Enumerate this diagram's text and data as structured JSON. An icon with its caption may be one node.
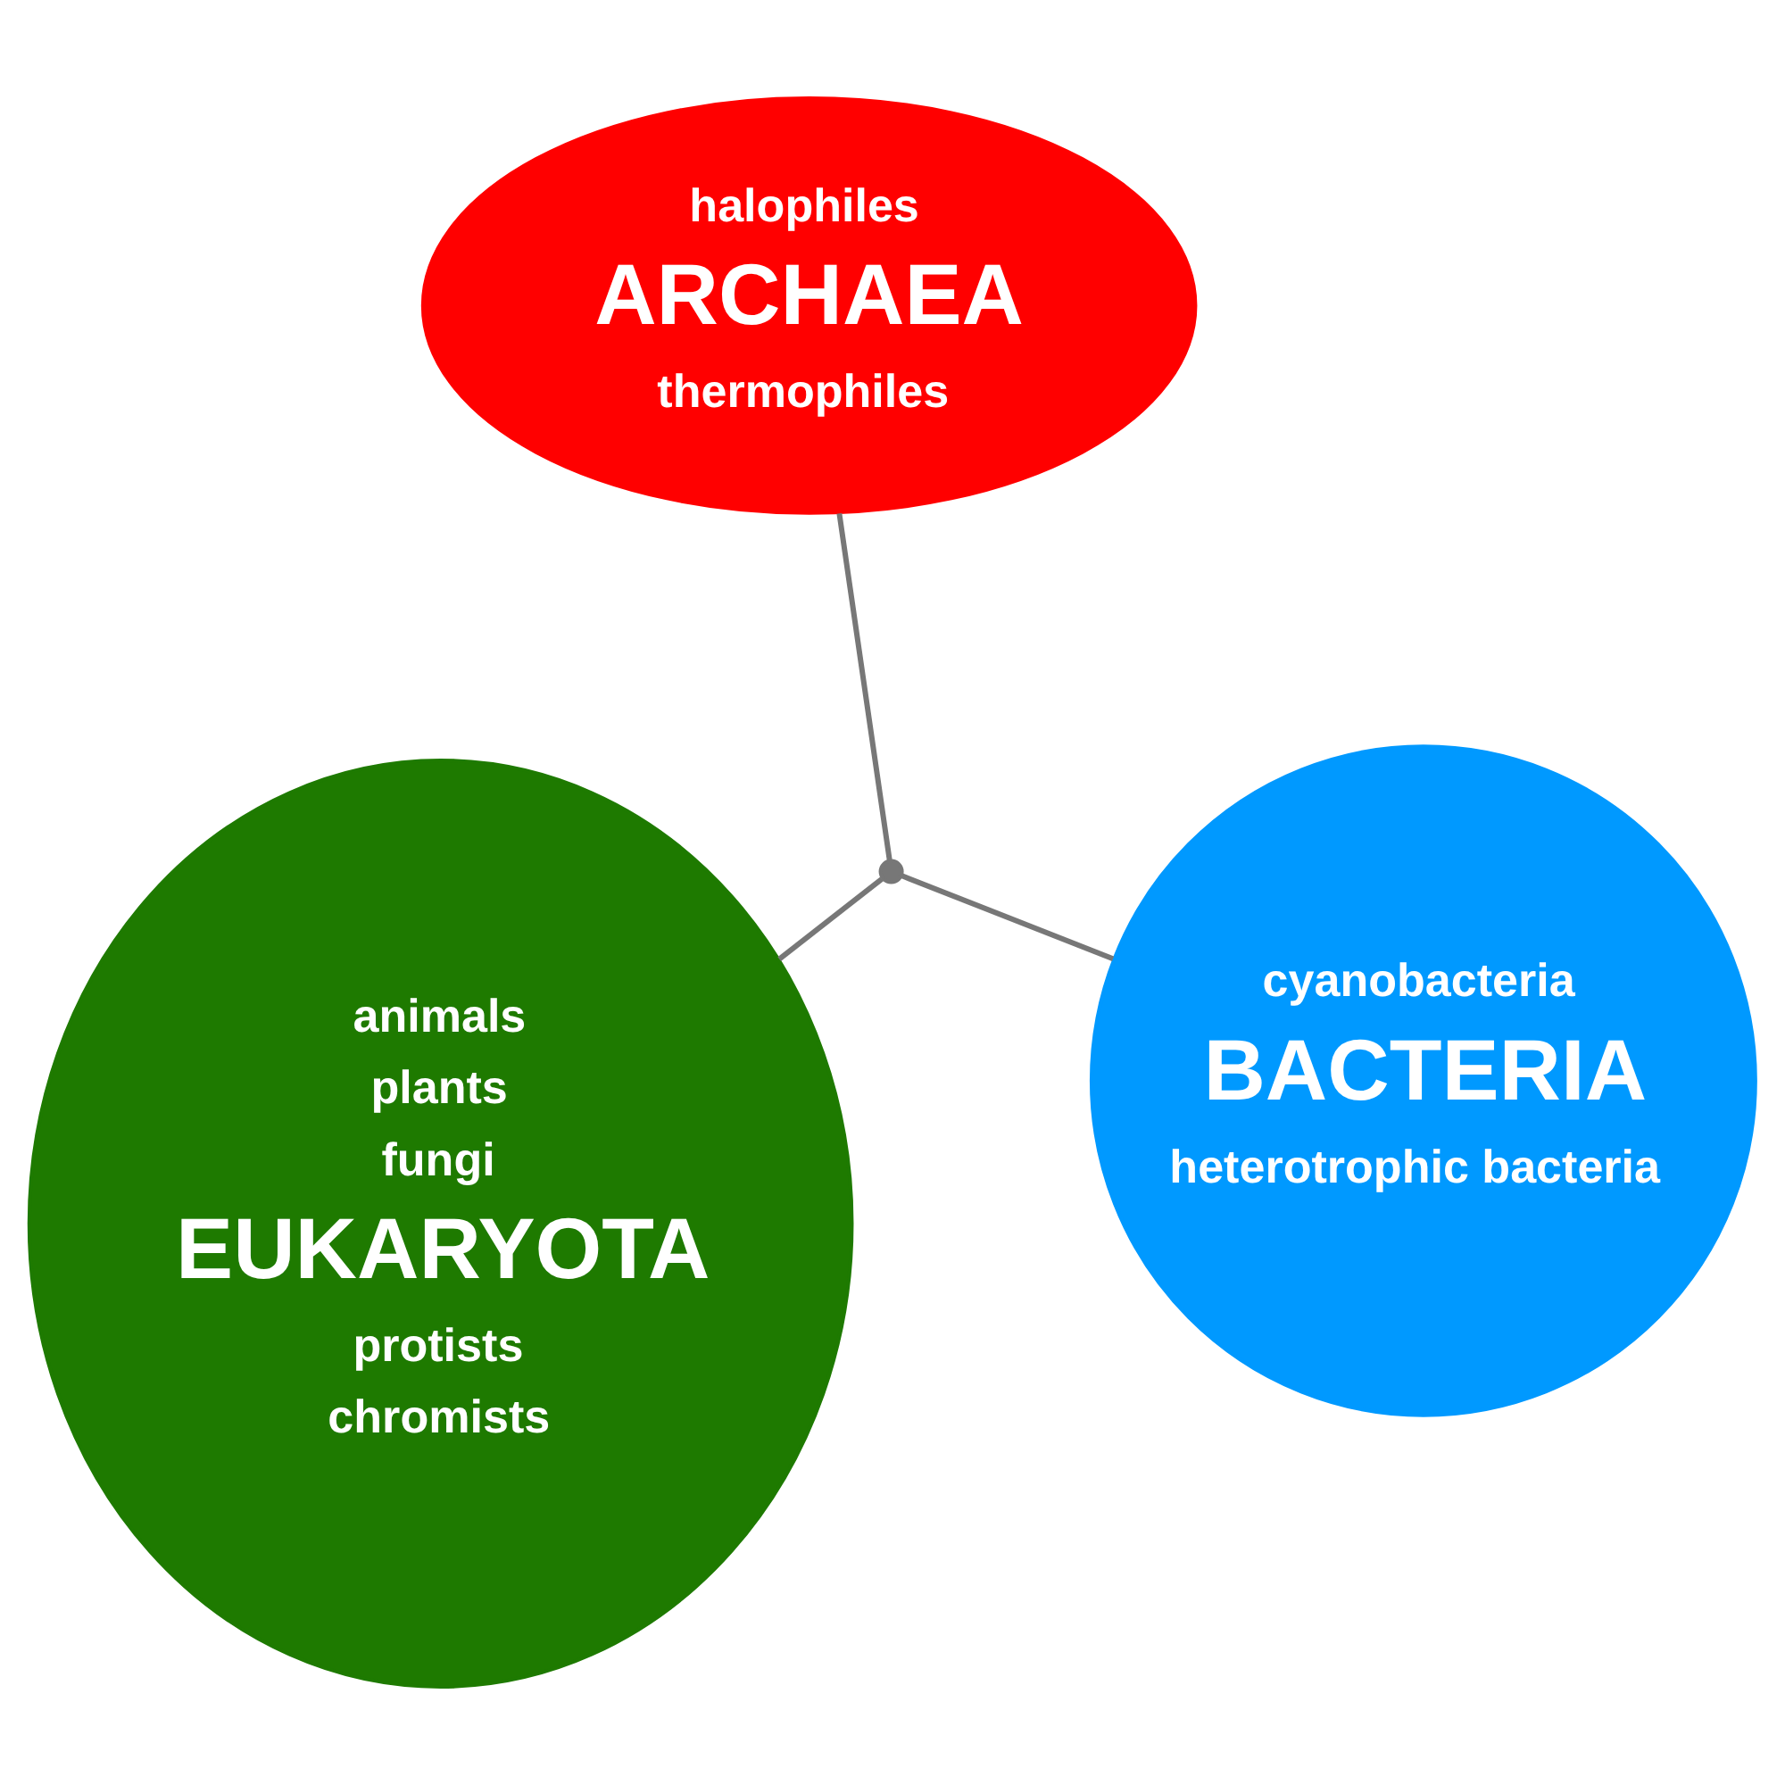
{
  "diagram": {
    "nodes": [
      {
        "text": [
          "animals",
          "plants",
          "fungi",
          "EUKARYOTA",
          "protists",
          "chromists"
        ]
      },
      {
        "text": [
          "cyanobacteria",
          "BACTERIA",
          "heterotrophic bacteria"
        ]
      },
      {
        "text": [],
        "shape": "circle"
      },
      {
        "text": [
          "halophiles",
          "ARCHAEA",
          "thermophiles"
        ]
      }
    ],
    "edges": [
      {
        "from": 2,
        "to": 0,
        "arrow": "none"
      },
      {
        "from": 2,
        "to": 1,
        "arrow": "none"
      },
      {
        "from": 2,
        "to": 3,
        "arrow": "none"
      }
    ]
  }
}
